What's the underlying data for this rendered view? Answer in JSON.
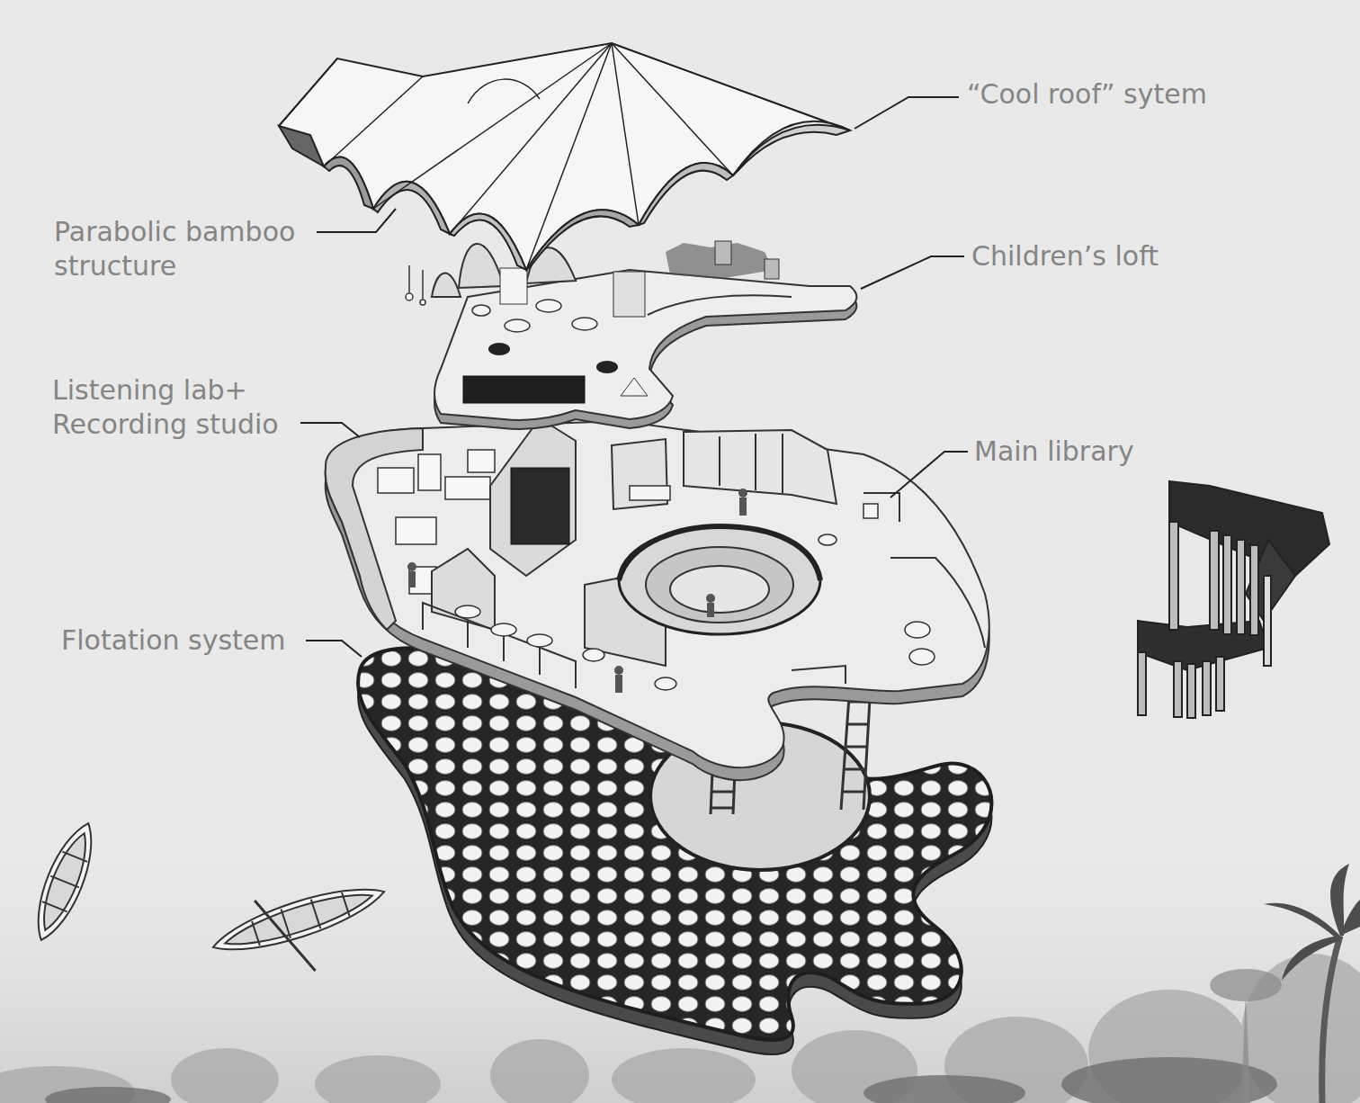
{
  "diagram": {
    "labels": [
      "“Cool roof” sytem",
      "Parabolic bamboo structure",
      "Children’s loft",
      "Listening lab+ Recording studio",
      "Main library",
      "Flotation system"
    ]
  }
}
